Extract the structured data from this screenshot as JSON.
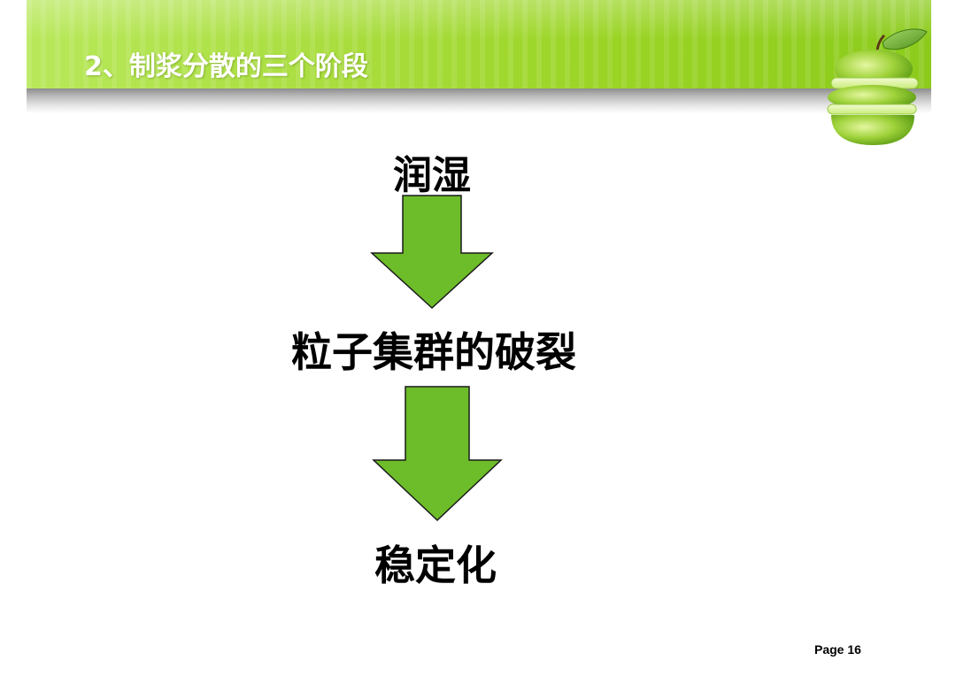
{
  "slide": {
    "title": "2、制浆分散的三个阶段",
    "page_label": "Page 16"
  },
  "stages": [
    {
      "label": "润湿"
    },
    {
      "label": "粒子集群的破裂"
    },
    {
      "label": "稳定化"
    }
  ],
  "colors": {
    "header_green": "#9ad424",
    "arrow_fill": "#6dbd2a",
    "arrow_stroke": "#1a1a1a",
    "title_text": "#ffffff",
    "body_text": "#000000"
  },
  "icons": {
    "decoration": "green-apple-icon",
    "flow_arrow": "down-arrow-icon"
  }
}
